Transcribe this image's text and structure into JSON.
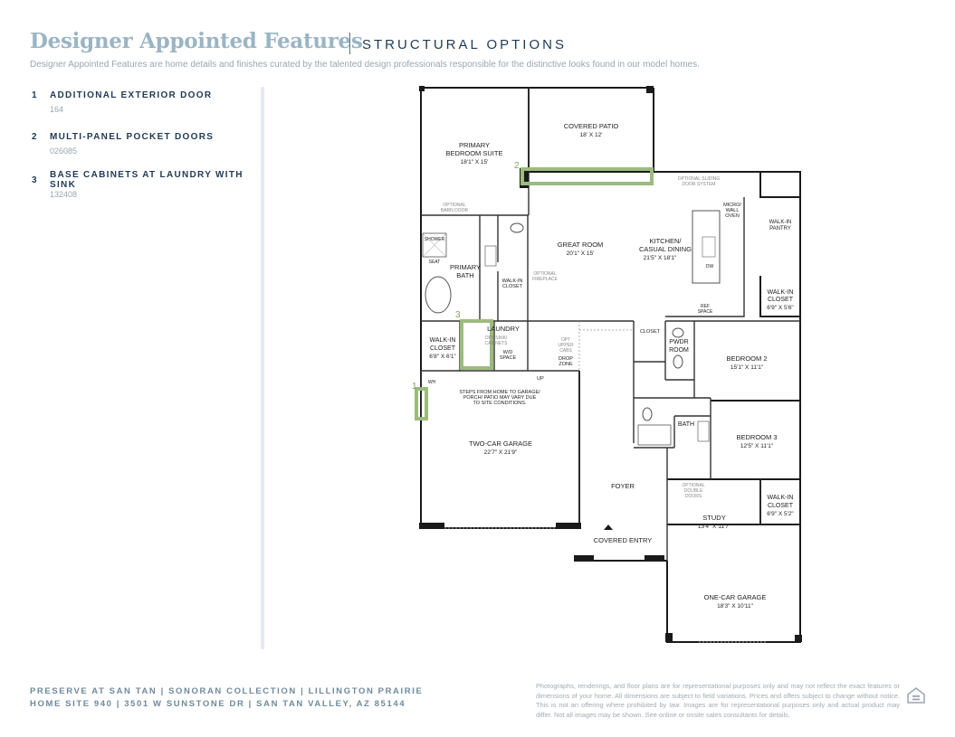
{
  "header": {
    "title": "Designer Appointed Features",
    "subtitle": "STRUCTURAL OPTIONS",
    "intro": "Designer Appointed Features are home details and finishes curated by the talented design professionals responsible for the distinctive looks found in our model homes."
  },
  "features": [
    {
      "num": "1",
      "title": "ADDITIONAL EXTERIOR DOOR",
      "code": "164"
    },
    {
      "num": "2",
      "title": "MULTI-PANEL POCKET DOORS",
      "code": "026085"
    },
    {
      "num": "3",
      "title": "BASE CABINETS AT LAUNDRY WITH SINK",
      "code": "132408"
    }
  ],
  "plan": {
    "callouts": [
      "1",
      "2",
      "3"
    ],
    "highlight_color": "#9dbb7d",
    "rooms": {
      "covered_patio": {
        "name": "COVERED PATIO",
        "dim": "18' X 12'"
      },
      "primary_suite": {
        "name1": "PRIMARY",
        "name2": "BEDROOM SUITE",
        "dim": "18'1\" X 15'"
      },
      "optional_barn_door": {
        "l1": "OPTIONAL",
        "l2": "BARN DOOR"
      },
      "optional_sliding": {
        "l1": "OPTIONAL SLIDING",
        "l2": "DOOR SYSTEM"
      },
      "micro": {
        "l1": "MICRO/",
        "l2": "WALL",
        "l3": "OVEN"
      },
      "walkin_pantry": {
        "l1": "WALK-IN",
        "l2": "PANTRY"
      },
      "great_room": {
        "name": "GREAT ROOM",
        "dim": "20'1\" X 15'"
      },
      "kitchen": {
        "name1": "KITCHEN/",
        "name2": "CASUAL DINING",
        "dim": "21'5\" X 18'1\""
      },
      "dw": "DW",
      "shower": "SHOWER",
      "seat": "SEAT",
      "primary_bath": {
        "name1": "PRIMARY",
        "name2": "BATH"
      },
      "walkin_closet_small": {
        "l1": "WALK-IN",
        "l2": "CLOSET"
      },
      "optional_fireplace": {
        "l1": "OPTIONAL",
        "l2": "FIREPLACE"
      },
      "walkin_closet_ne": {
        "l1": "WALK-IN",
        "l2": "CLOSET",
        "dim": "6'9\" X 5'6\""
      },
      "ref_space": {
        "l1": "REF",
        "l2": "SPACE"
      },
      "laundry": "LAUNDRY",
      "opt_sink": {
        "l1": "OPT SINK/",
        "l2": "CABINETS"
      },
      "wd_space": {
        "l1": "W/D",
        "l2": "SPACE"
      },
      "opt_upper": {
        "l1": "OPT",
        "l2": "UPPER",
        "l3": "CABS"
      },
      "drop_zone": {
        "l1": "DROP",
        "l2": "ZONE"
      },
      "walkin_closet_w": {
        "l1": "WALK-IN",
        "l2": "CLOSET",
        "dim": "6'8\" X 6'1\""
      },
      "closet": "CLOSET",
      "pwdr": {
        "l1": "PWDR",
        "l2": "ROOM"
      },
      "bedroom2": {
        "name": "BEDROOM 2",
        "dim": "15'1\" X 11'1\""
      },
      "wh": "WH",
      "up": "UP",
      "steps_note": {
        "l1": "STEPS FROM HOME TO GARAGE/",
        "l2": "PORCH/ PATIO MAY VARY DUE",
        "l3": "TO SITE CONDITIONS."
      },
      "bath": "BATH",
      "bedroom3": {
        "name": "BEDROOM 3",
        "dim": "12'5\" X 11'1\""
      },
      "two_car": {
        "name": "TWO-CAR GARAGE",
        "dim": "22'7\" X 21'9\""
      },
      "foyer": "FOYER",
      "optional_double": {
        "l1": "OPTIONAL",
        "l2": "DOUBLE",
        "l3": "DOORS"
      },
      "walkin_closet_se": {
        "l1": "WALK-IN",
        "l2": "CLOSET",
        "dim": "6'9\" X 5'2\""
      },
      "study": {
        "name": "STUDY",
        "dim": "13'4\" X 11'7\""
      },
      "covered_entry": "COVERED ENTRY",
      "one_car": {
        "name": "ONE-CAR GARAGE",
        "dim": "18'3\" X 10'11\""
      }
    }
  },
  "footer": {
    "line1": "PRESERVE AT SAN TAN  |  SONORAN COLLECTION  |  LILLINGTON PRAIRIE",
    "line2": "HOME SITE 940  |  3501 W SUNSTONE DR  |  SAN TAN VALLEY, AZ 85144",
    "disclaimer": "Photographs, renderings, and floor plans are for representational purposes only and may not reflect the exact features or dimensions of your home. All dimensions are subject to field variations. Prices and offers subject to change without notice. This is not an offering where prohibited by law. Images are for representational purposes only and actual product may differ. Not all images may be shown. See online or onsite sales consultants for details.",
    "logo_icon": "equal-housing-opportunity-icon"
  }
}
